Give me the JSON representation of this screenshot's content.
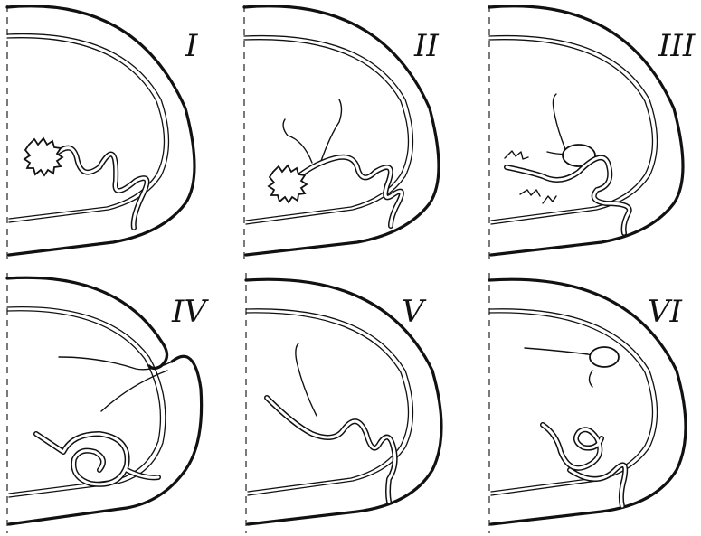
{
  "figure": {
    "panels": [
      {
        "label": "I"
      },
      {
        "label": "II"
      },
      {
        "label": "III"
      },
      {
        "label": "IV"
      },
      {
        "label": "V"
      },
      {
        "label": "VI"
      }
    ]
  }
}
